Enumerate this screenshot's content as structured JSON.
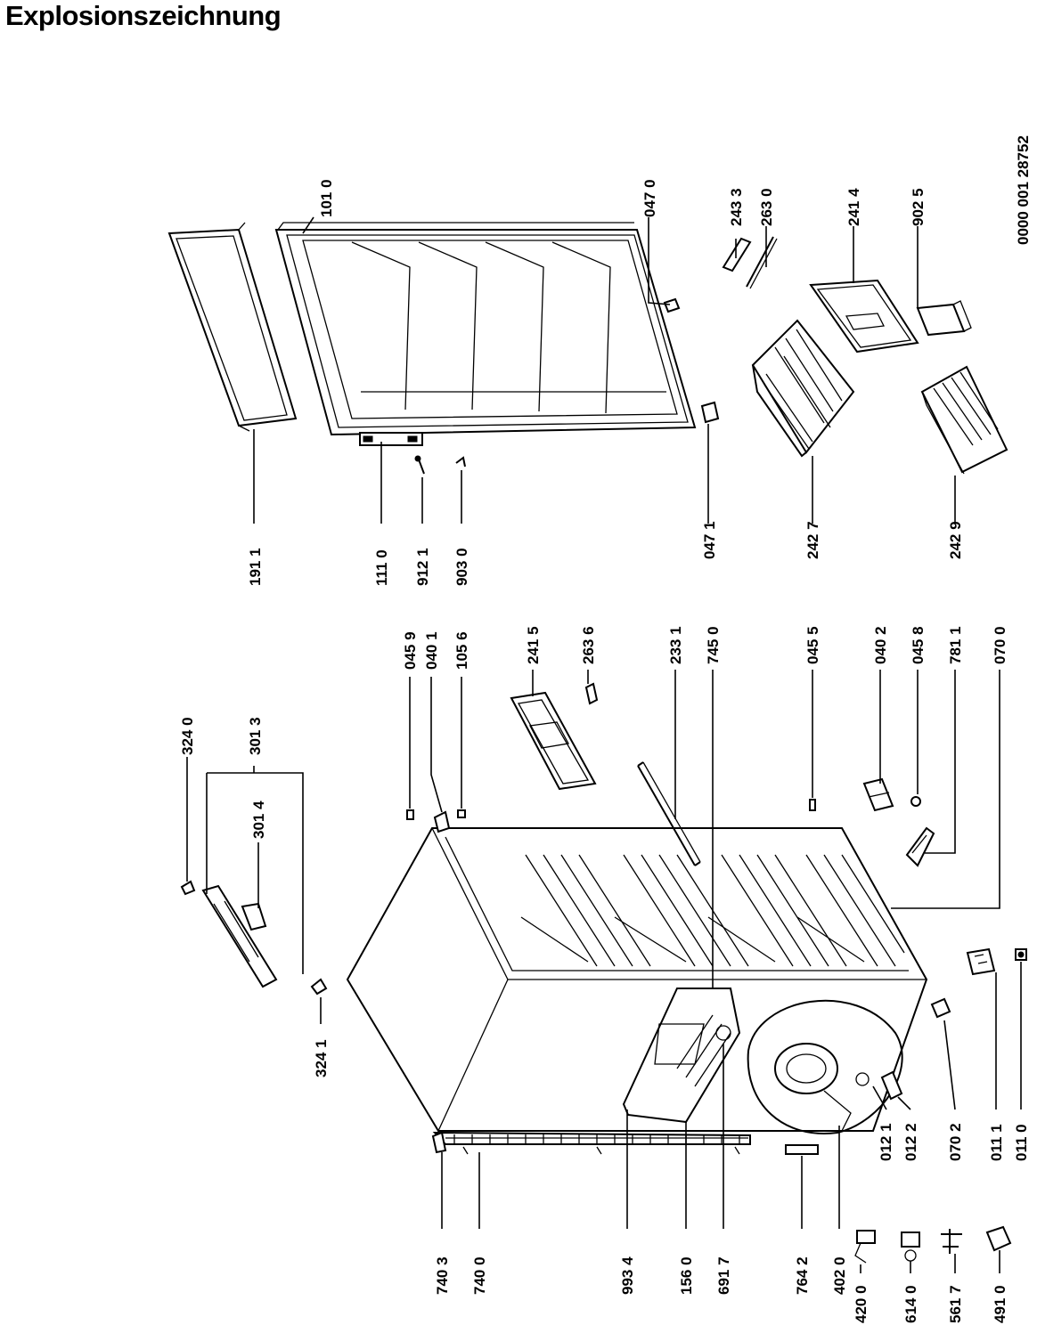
{
  "title": "Explosionszeichnung",
  "doc_number": "0000 001 28752",
  "part_labels": {
    "p1010": "101 0",
    "p0470": "047 0",
    "p2433": "243 3",
    "p2630": "263 0",
    "p2414": "241 4",
    "p9025": "902 5",
    "p1911": "191 1",
    "p1110": "111 0",
    "p9121": "912 1",
    "p9030": "903 0",
    "p0471": "047 1",
    "p2427": "242 7",
    "p2429": "242 9",
    "p3240": "324 0",
    "p3013": "301 3",
    "p3014": "301 4",
    "p3241": "324 1",
    "p0459": "045 9",
    "p0401": "040 1",
    "p1056": "105 6",
    "p2415": "241 5",
    "p2636": "263 6",
    "p2331": "233 1",
    "p7450": "745 0",
    "p0455": "045 5",
    "p0402": "040 2",
    "p0458": "045 8",
    "p7811": "781 1",
    "p0700": "070 0",
    "p7403": "740 3",
    "p7400": "740 0",
    "p9934": "993 4",
    "p1560": "156 0",
    "p6917": "691 7",
    "p7642": "764 2",
    "p4020": "402 0",
    "p4200": "420 0",
    "p6140": "614 0",
    "p5617": "561 7",
    "p4910": "491 0",
    "p0121": "012 1",
    "p0122": "012 2",
    "p0702": "070 2",
    "p0111": "011 1",
    "p0110": "011 0"
  }
}
